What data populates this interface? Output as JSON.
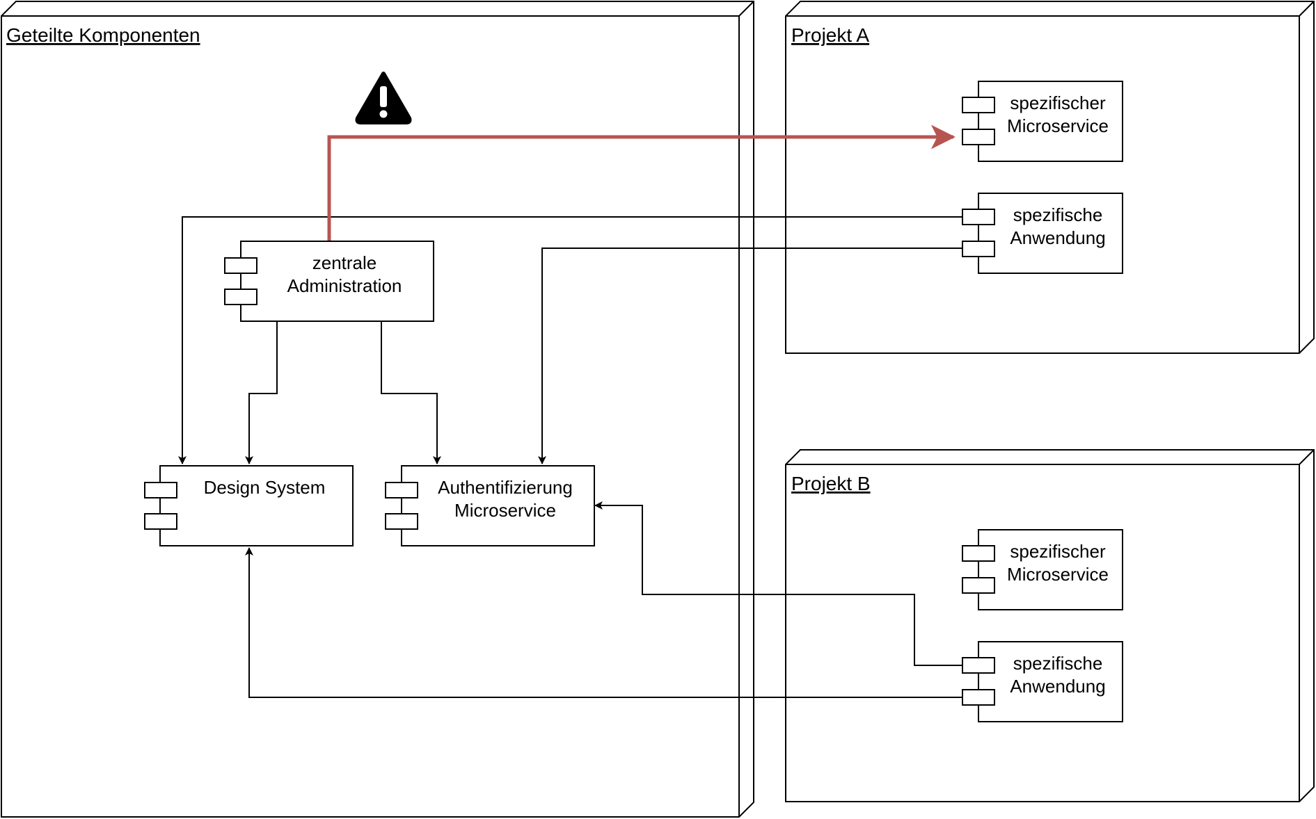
{
  "nodes": {
    "shared": {
      "title": "Geteilte Komponenten"
    },
    "projekt_a": {
      "title": "Projekt A"
    },
    "projekt_b": {
      "title": "Projekt B"
    }
  },
  "components": {
    "zentrale_administration": {
      "line1": "zentrale",
      "line2": "Administration"
    },
    "design_system": {
      "line1": "Design System",
      "line2": ""
    },
    "auth_microservice": {
      "line1": "Authentifizierung",
      "line2": "Microservice"
    },
    "a_microservice": {
      "line1": "spezifischer",
      "line2": "Microservice"
    },
    "a_anwendung": {
      "line1": "spezifische",
      "line2": "Anwendung"
    },
    "b_microservice": {
      "line1": "spezifischer",
      "line2": "Microservice"
    },
    "b_anwendung": {
      "line1": "spezifische",
      "line2": "Anwendung"
    }
  },
  "colors": {
    "warning_edge": "#b85450",
    "stroke": "#000000",
    "fill": "#ffffff"
  },
  "icons": {
    "warning": "warning-triangle-icon"
  }
}
